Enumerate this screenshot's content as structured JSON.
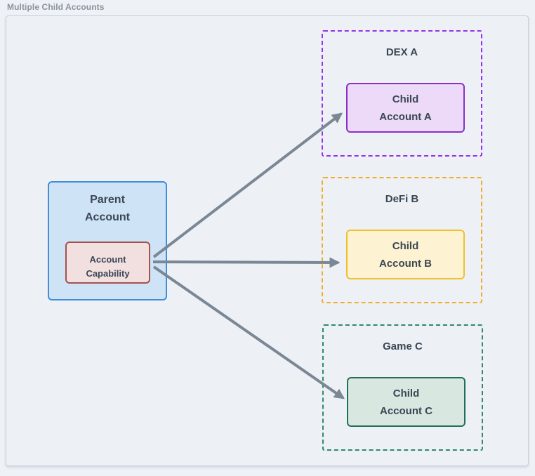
{
  "page": {
    "title": "Multiple Child Accounts",
    "background": "#eef1f6",
    "canvas_border": "#c8d0da"
  },
  "diagram": {
    "arrow_color": "#7b8794",
    "parent": {
      "lines": [
        "Parent",
        "Account"
      ],
      "fill": "#cfe3f7",
      "border": "#3e8ed8",
      "capability": {
        "lines": [
          "Account",
          "Capability"
        ],
        "fill": "#f2dfdf",
        "border": "#a4524e"
      }
    },
    "providers": [
      {
        "name": "DEX A",
        "accent": "#9333ea",
        "child": {
          "lines": [
            "Child",
            "Account A"
          ],
          "fill": "#ecdaf8",
          "border": "#8b2fc9"
        }
      },
      {
        "name": "DeFi B",
        "accent": "#f0ad2d",
        "child": {
          "lines": [
            "Child",
            "Account B"
          ],
          "fill": "#fdf3d2",
          "border": "#efc12e"
        }
      },
      {
        "name": "Game C",
        "accent": "#2f8a6c",
        "child": {
          "lines": [
            "Child",
            "Account C"
          ],
          "fill": "#d8e7e0",
          "border": "#1f7258"
        }
      }
    ]
  }
}
